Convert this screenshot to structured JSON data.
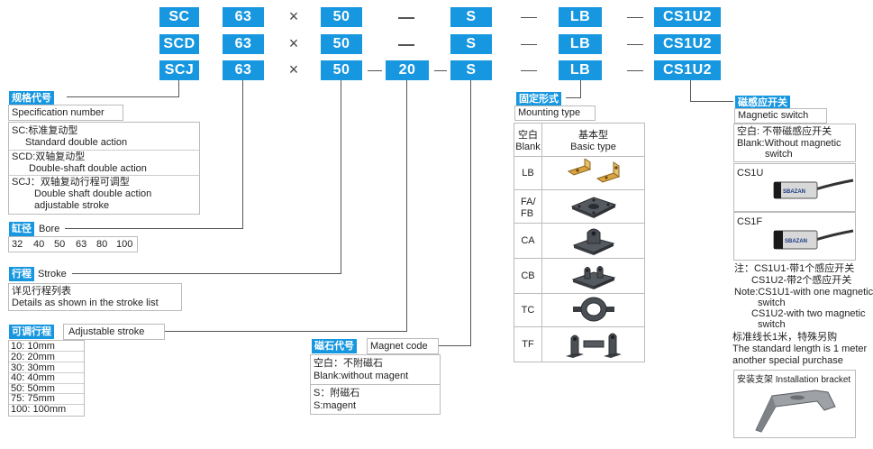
{
  "codes": {
    "row1": [
      "SC",
      "63",
      "50",
      "S",
      "LB",
      "CS1U2"
    ],
    "row2": [
      "SCD",
      "63",
      "50",
      "S",
      "LB",
      "CS1U2"
    ],
    "row3": [
      "SCJ",
      "63",
      "50",
      "20",
      "S",
      "LB",
      "CS1U2"
    ],
    "times": "×",
    "dash": "—"
  },
  "spec": {
    "tag": "规格代号",
    "label": "Specification number",
    "items": [
      {
        "code": "SC:标准复动型",
        "desc": "Standard double action"
      },
      {
        "code": "SCD:双轴复动型",
        "desc": "Double-shaft double action"
      },
      {
        "code": "SCJ：双轴复动行程可调型",
        "desc": "Double shaft double action",
        "desc2": "adjustable stroke"
      }
    ]
  },
  "bore": {
    "tag": "缸径",
    "label": "Bore",
    "values": [
      "32",
      "40",
      "50",
      "63",
      "80",
      "100"
    ]
  },
  "stroke": {
    "tag": "行程",
    "label": "Stroke",
    "line1": "详见行程列表",
    "line2": "Details as shown in the stroke list"
  },
  "adjustable": {
    "tag": "可调行程",
    "label": "Adjustable stroke",
    "items": [
      "10:  10mm",
      "20:  20mm",
      "30:  30mm",
      "40:  40mm",
      "50:  50mm",
      "75:  75mm",
      "100:  100mm"
    ]
  },
  "magnet": {
    "tag": "磁石代号",
    "label": "Magnet code",
    "line1": "空白：不附磁石",
    "line2": "Blank:without magent",
    "line3": "S：附磁石",
    "line4": "S:magent"
  },
  "mounting": {
    "tag": "固定形式",
    "label": "Mounting type",
    "blank_cn": "空白",
    "blank_en": "Blank",
    "basic_cn": "基本型",
    "basic_en": "Basic type",
    "rows": [
      {
        "code": "LB",
        "icon": "lb-bracket-icon"
      },
      {
        "code": "FA/\nFB",
        "code1": "FA/",
        "code2": "FB",
        "icon": "flange-plate-icon"
      },
      {
        "code": "CA",
        "icon": "single-clevis-icon"
      },
      {
        "code": "CB",
        "icon": "double-clevis-icon"
      },
      {
        "code": "TC",
        "icon": "trunnion-icon"
      },
      {
        "code": "TF",
        "icon": "trunnion-support-icon"
      }
    ]
  },
  "switch": {
    "tag": "磁感应开关",
    "label": "Magnetic switch",
    "blank_cn": "空白: 不带磁感应开关",
    "blank_en1": "Blank:Without magnetic",
    "blank_en2": "switch",
    "cs1u": "CS1U",
    "cs1f": "CS1F",
    "sensor_brand": "SBAZAN",
    "note1": "注：CS1U1-带1个感应开关",
    "note2": "CS1U2-带2个感应开关",
    "note3": "Note:CS1U1-with one magnetic",
    "note4": "switch",
    "note5": "CS1U2-with two magnetic",
    "note6": "switch",
    "std1": "标准线长1米，特殊另购",
    "std2": "The standard length is 1 meter",
    "std3": "another special purchase",
    "bracket": "安装支架 Installation bracket"
  },
  "colors": {
    "accent": "#1797e0"
  }
}
